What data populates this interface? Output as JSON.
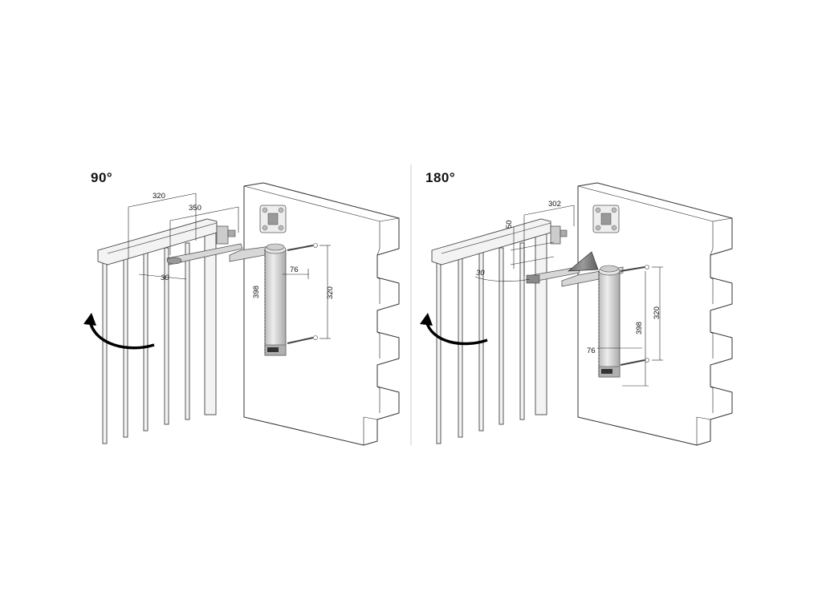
{
  "left_panel": {
    "angle": "90°",
    "dims": {
      "d320_top": "320",
      "d350": "350",
      "d30": "30",
      "d76": "76",
      "d398": "398",
      "d320_side": "320"
    }
  },
  "right_panel": {
    "angle": "180°",
    "dims": {
      "d302": "302",
      "d50": "50",
      "d30": "30",
      "d76": "76",
      "d398": "398",
      "d320": "320"
    }
  },
  "colors": {
    "line": "#333333",
    "metal": "#d7d7d7",
    "arrow": "#000000",
    "closer_body": "#e2e2e2"
  }
}
